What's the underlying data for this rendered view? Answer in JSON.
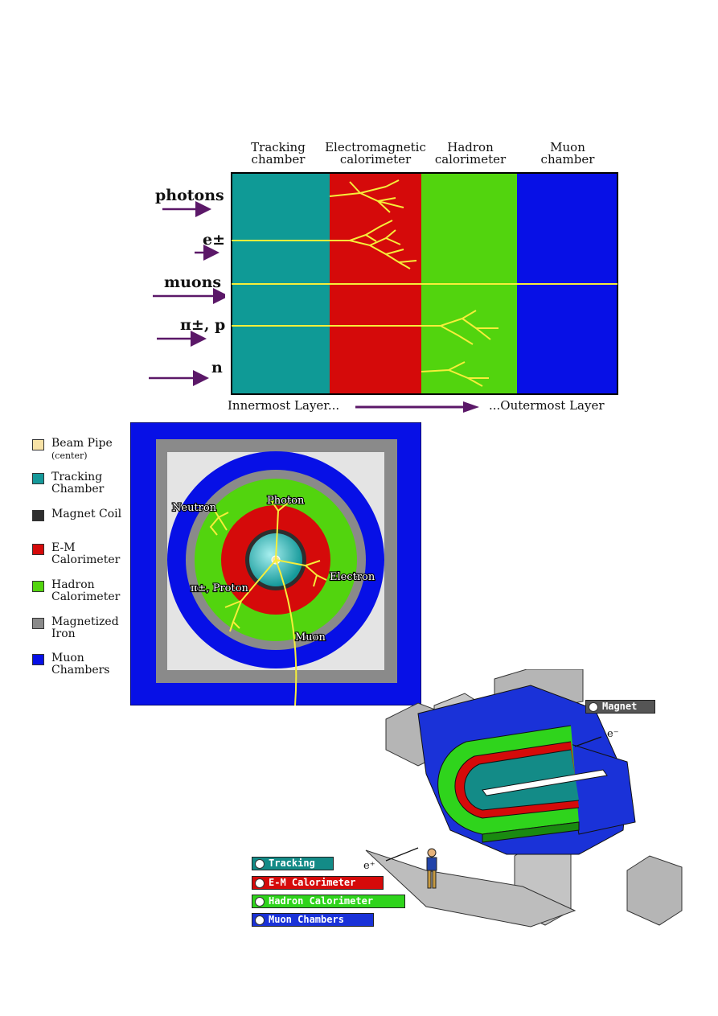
{
  "top_diagram": {
    "headers": [
      {
        "line1": "Tracking",
        "line2": "chamber"
      },
      {
        "line1": "Electromagnetic",
        "line2": "calorimeter"
      },
      {
        "line1": "Hadron",
        "line2": "calorimeter"
      },
      {
        "line1": "Muon",
        "line2": "chamber"
      }
    ],
    "particles": [
      "photons",
      "e±",
      "muons",
      "π±, p",
      "n"
    ],
    "footer_left": "Innermost Layer...",
    "footer_right": "...Outermost Layer",
    "colors": {
      "tracking": "#0f9a96",
      "em": "#d50a0a",
      "hadron": "#52d40e",
      "muon": "#0710e6",
      "track": "#f6ee3a",
      "arrow": "#5b1868"
    }
  },
  "cross_section": {
    "legend": [
      {
        "label": "Beam Pipe",
        "sub": "(center)",
        "color": "#f7e2a6"
      },
      {
        "label": "Tracking",
        "sub": "Chamber",
        "color": "#15999a"
      },
      {
        "label": "Magnet Coil",
        "sub": "",
        "color": "#2e2e2e"
      },
      {
        "label": "E-M",
        "sub": "Calorimeter",
        "color": "#d50a0a"
      },
      {
        "label": "Hadron",
        "sub": "Calorimeter",
        "color": "#52d40e"
      },
      {
        "label": "Magnetized",
        "sub": "Iron",
        "color": "#8a8a8a"
      },
      {
        "label": "Muon",
        "sub": "Chambers",
        "color": "#0710e6"
      }
    ],
    "labels": {
      "neutron": "Neutron",
      "photon": "Photon",
      "electron": "Electron",
      "pion_proton": "π±, Proton",
      "muon": "Muon"
    }
  },
  "detector_3d": {
    "magnet_label": "Magnet",
    "electron_label": "e⁻",
    "positron_label": "e⁺",
    "legend": [
      {
        "label": "Tracking",
        "color": "#138b87"
      },
      {
        "label": "E-M Calorimeter",
        "color": "#d50a0a"
      },
      {
        "label": "Hadron Calorimeter",
        "color": "#2fd41c"
      },
      {
        "label": "Muon Chambers",
        "color": "#1a32d8"
      }
    ]
  }
}
